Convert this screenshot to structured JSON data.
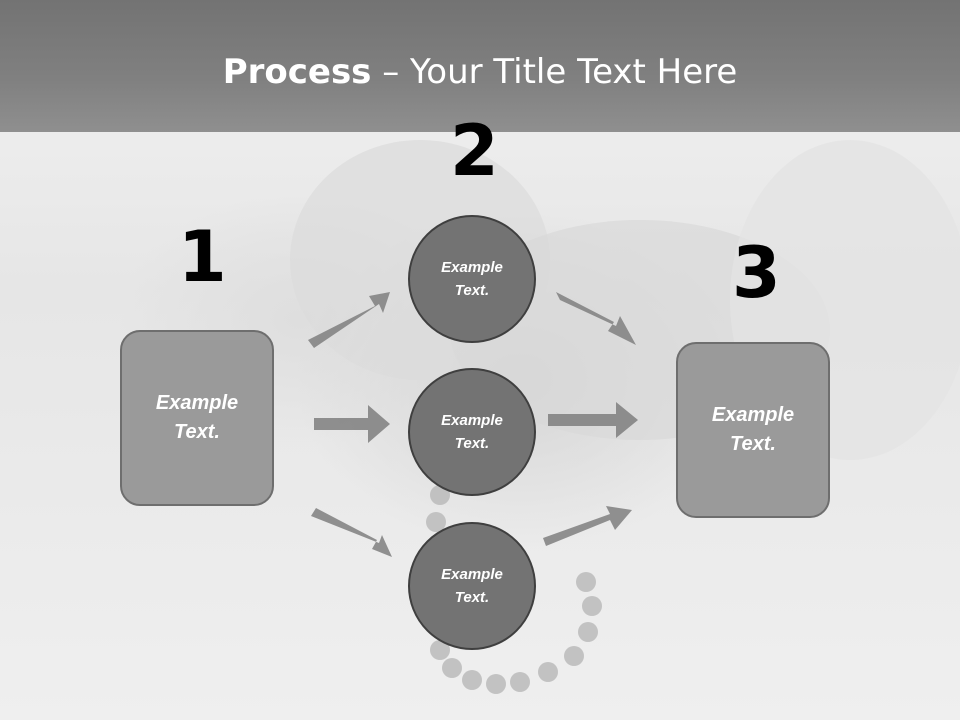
{
  "title": {
    "bold": "Process",
    "rest": " – Your Title Text Here"
  },
  "steps": [
    {
      "number": "1",
      "text": "Example Text."
    },
    {
      "number": "2",
      "text": "Example Text."
    },
    {
      "number": "3",
      "text": "Example Text."
    }
  ],
  "circles": [
    {
      "text": "Example Text."
    },
    {
      "text": "Example Text."
    },
    {
      "text": "Example Text."
    }
  ],
  "colors": {
    "header": "#7a7a7a",
    "box": "#9a9a9a",
    "circle": "#737373",
    "arrow": "#7f7f7f"
  }
}
